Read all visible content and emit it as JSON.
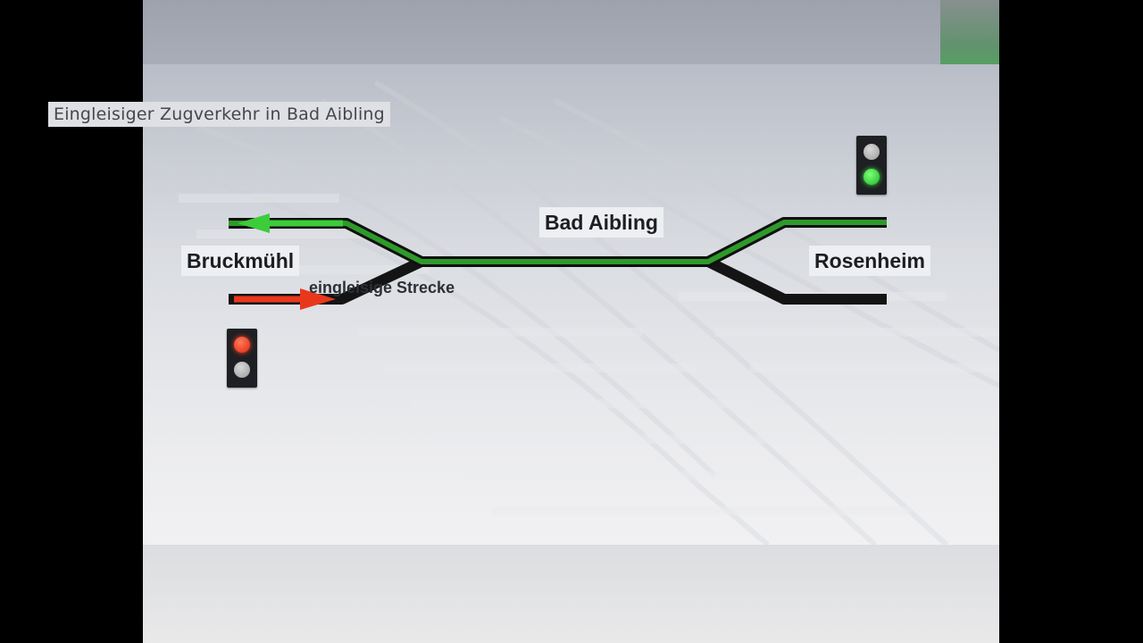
{
  "diagram": {
    "title": "Eingleisiger Zugverkehr in Bad Aibling",
    "labels": {
      "center_station": "Bad Aibling",
      "left_station": "Bruckmühl",
      "right_station": "Rosenheim",
      "single_track": "eingleisige Strecke"
    },
    "signals": {
      "left": {
        "top_lamp": "red",
        "bottom_lamp": "off"
      },
      "right": {
        "top_lamp": "off",
        "bottom_lamp": "green"
      }
    },
    "colors": {
      "active_track": "#2e9a2a",
      "idle_track": "#141414",
      "green_arrow": "#3dcc3a",
      "red_arrow": "#e8381c",
      "background": "#d4d7dd"
    }
  }
}
